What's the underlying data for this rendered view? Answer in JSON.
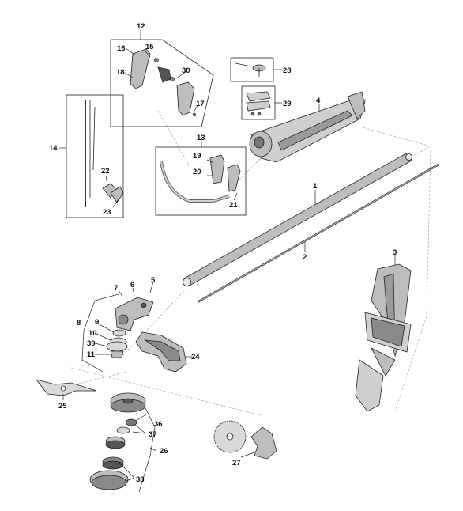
{
  "labels": {
    "l1": "1",
    "l2": "2",
    "l3": "3",
    "l4": "4",
    "l5": "5",
    "l6": "6",
    "l7": "7",
    "l8": "8",
    "l9": "9",
    "l10": "10",
    "l11": "11",
    "l12": "12",
    "l13": "13",
    "l14": "14",
    "l15": "15",
    "l16": "16",
    "l17": "17",
    "l18": "18",
    "l19": "19",
    "l20": "20",
    "l21": "21",
    "l22": "22",
    "l23": "23",
    "l24": "24",
    "l25": "25",
    "l26": "26",
    "l27": "27",
    "l28": "28",
    "l29": "29",
    "l30": "30",
    "l36": "36",
    "l37": "37",
    "l38": "38",
    "l39": "39"
  },
  "colors": {
    "part_fill": "#d9d9d9",
    "part_dark": "#8a8a8a",
    "line": "#222222"
  }
}
